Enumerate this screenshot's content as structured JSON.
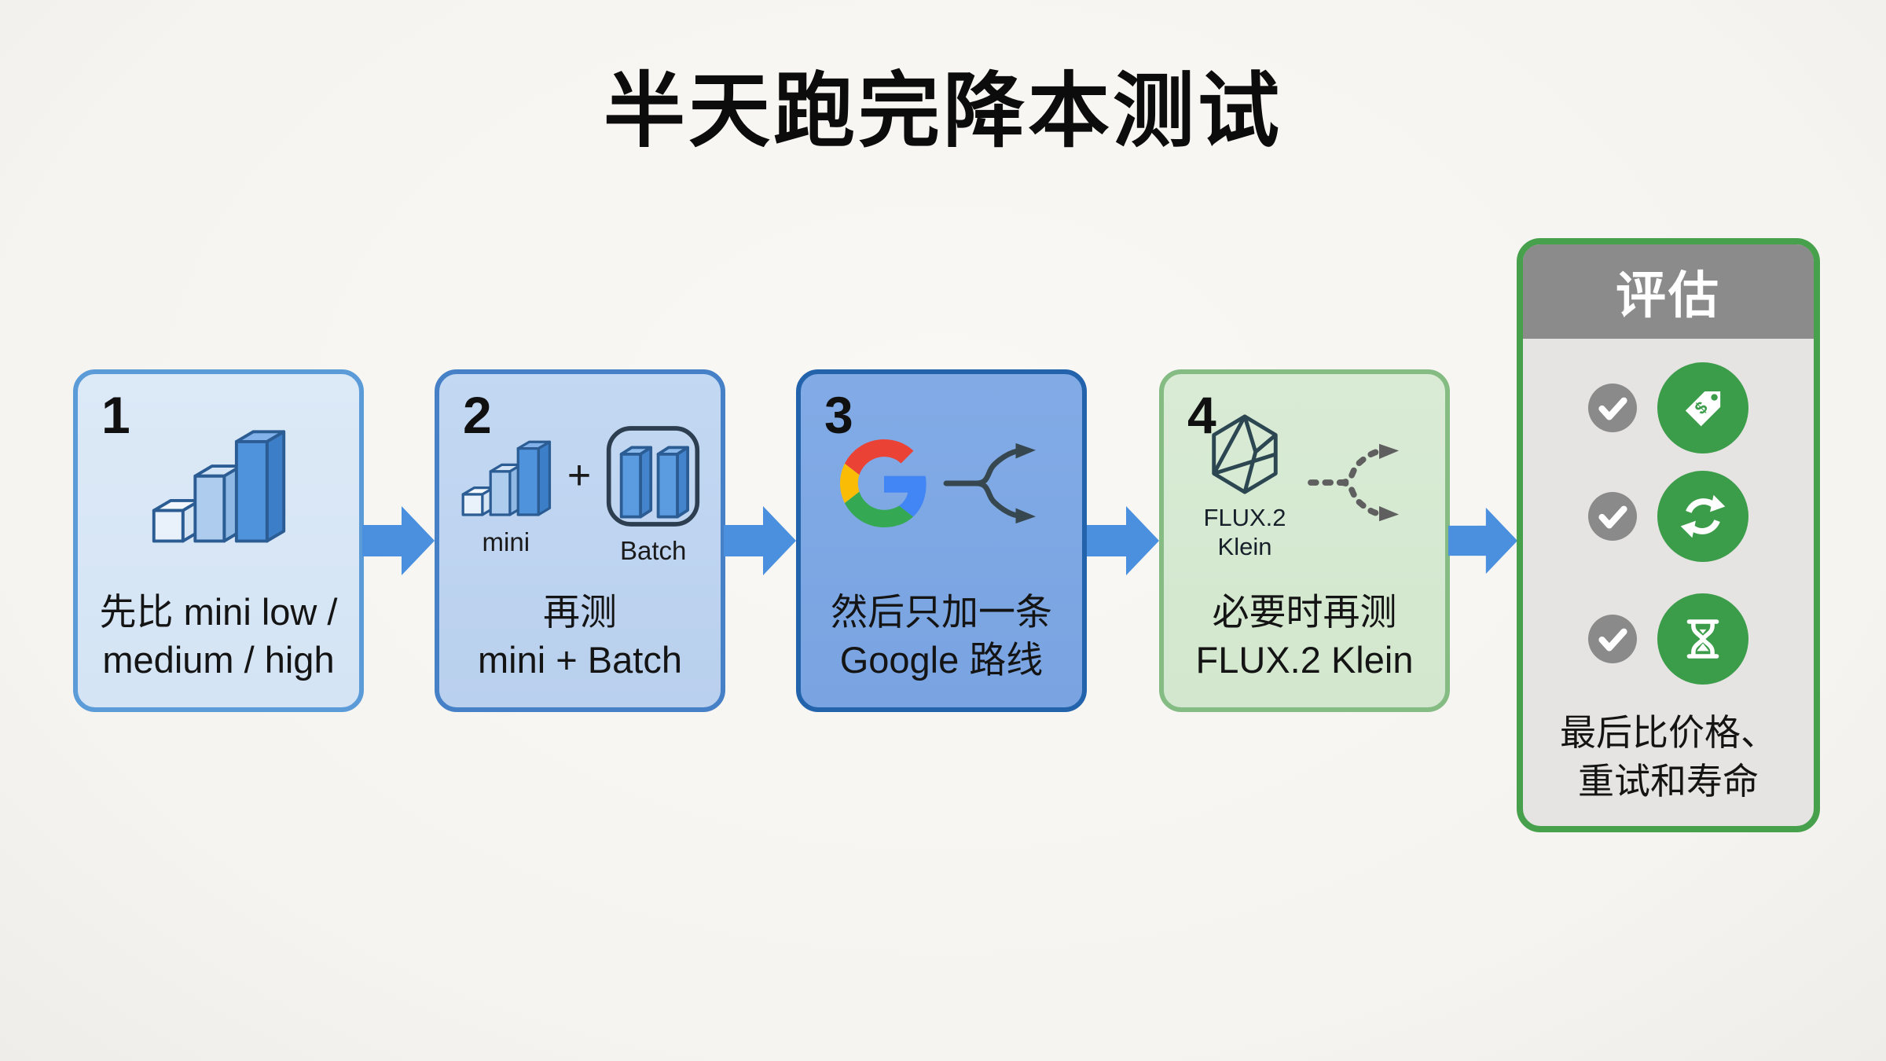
{
  "title": "半天跑完降本测试",
  "steps": [
    {
      "number": "1",
      "icon": "bar-growth-icon",
      "caption": [
        "先比 mini low /",
        "medium / high"
      ]
    },
    {
      "number": "2",
      "icon_left": "bar-growth-icon",
      "icon_left_label": "mini",
      "plus": "+",
      "icon_right": "batch-bars-icon",
      "icon_right_label": "Batch",
      "caption": [
        "再测",
        "mini + Batch"
      ]
    },
    {
      "number": "3",
      "icon": "google-logo",
      "fork_icon": "fork-split-arrow-icon",
      "caption": [
        "然后只加一条",
        "Google 路线"
      ]
    },
    {
      "number": "4",
      "icon": "flux-hexagon-logo",
      "flux_label": [
        "FLUX.2",
        "Klein"
      ],
      "fork_icon": "dashed-fork-split-arrow-icon",
      "caption": [
        "必要时再测",
        "FLUX.2 Klein"
      ]
    }
  ],
  "evaluation": {
    "header": "评估",
    "items": [
      {
        "check_icon": "checkmark-icon",
        "icon": "price-tag-icon"
      },
      {
        "check_icon": "checkmark-icon",
        "icon": "refresh-icon"
      },
      {
        "check_icon": "checkmark-icon",
        "icon": "hourglass-icon"
      }
    ],
    "caption": [
      "最后比价格、",
      "重试和寿命"
    ]
  },
  "colors": {
    "background": "#f7f5f1",
    "step1_fill": "#d7e6f5",
    "step1_border": "#5b9cd8",
    "step2_fill": "#bed3ef",
    "step2_border": "#4680c6",
    "step3_fill": "#7da7e3",
    "step3_border": "#2263ac",
    "step4_fill": "#d6e9d2",
    "step4_border": "#85bc83",
    "flow_arrow": "#4a90de",
    "eval_border": "#47a04c",
    "eval_header_bg": "#8b8b8b",
    "eval_body_bg": "#e5e4e2",
    "eval_green_icon": "#3b9c49",
    "eval_check_gray": "#8a8a8a",
    "google_red": "#EA4335",
    "google_blue": "#4285F4",
    "google_yellow": "#FBBC05",
    "google_green": "#34A853",
    "fork_dark": "#37474f",
    "fork_dashed_gray": "#5f5f5f",
    "flux_line": "#2d4752",
    "bar_outline": "#2b5c93"
  }
}
